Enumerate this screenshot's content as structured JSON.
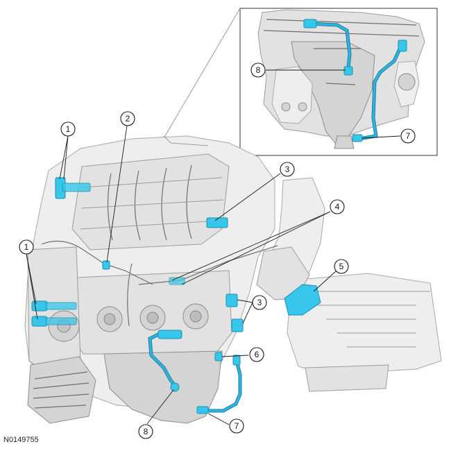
{
  "figure_id": "N0149755",
  "callouts": {
    "c1a": "1",
    "c1b": "1",
    "c2": "2",
    "c3a": "3",
    "c3b": "3",
    "c4": "4",
    "c5": "5",
    "c6": "6",
    "c7a": "7",
    "c8a": "8",
    "c7b": "7",
    "c8b": "8"
  },
  "colors": {
    "sensor": "#38c6ea",
    "harness": "#2eb4de",
    "engine": "#e6e6e6"
  },
  "icons": [
    "engine-illustration",
    "sensor-highlight",
    "inset-detail"
  ]
}
